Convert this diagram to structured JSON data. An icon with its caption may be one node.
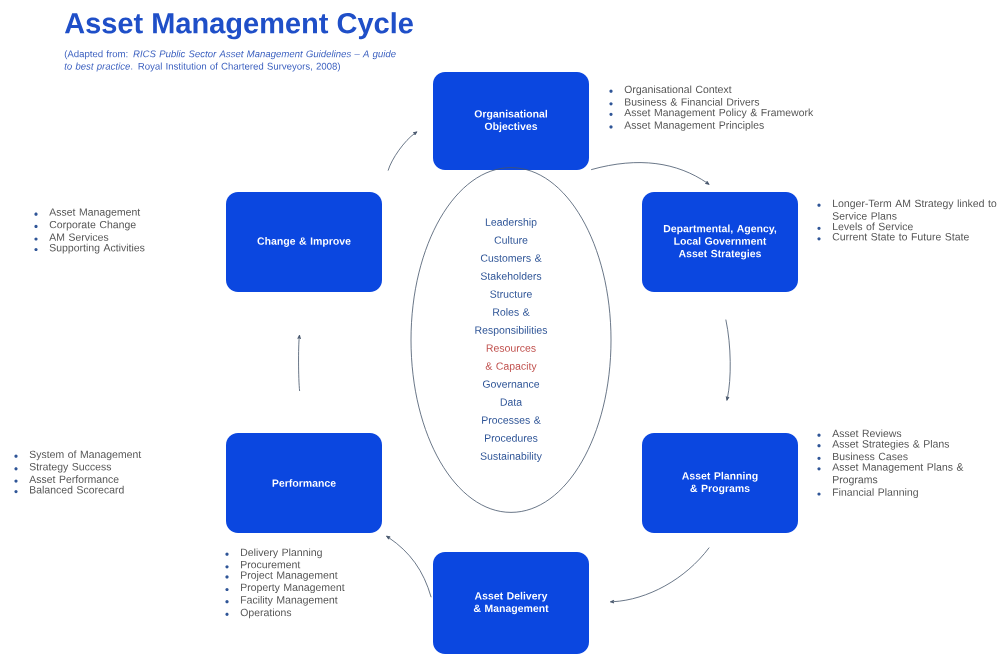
{
  "diagram": {
    "title": "Asset Management Cycle",
    "caption": "(Adapted from: *RICS Public Sector Asset Management Guidelines – A guide to best practice*. Royal Institution of Chartered Surveyors, 2008)",
    "nodes": [
      {
        "text": [
          "Organisational Objectives"
        ],
        "beside": [
          "Organisational Context",
          "Business & Financial Drivers",
          "Asset Management Policy & Framework",
          "Asset Management Principles"
        ]
      },
      {
        "text": [
          "Departmental, Agency, Local Government Asset Strategies"
        ],
        "beside": [
          "Longer-Term AM Strategy linked to Service Plans",
          "Levels of Service",
          "Current State to Future State"
        ]
      },
      {
        "text": [
          "Asset Planning & Programs"
        ],
        "beside": [
          "Asset  Reviews",
          "Asset Strategies & Plans",
          "Business Cases",
          "Asset Management Plans & Programs",
          "Financial Planning"
        ]
      },
      {
        "text": [
          "Asset Delivery & Management"
        ],
        "beside": [
          "Delivery Planning",
          "Procurement",
          "Project Management",
          "Property Management",
          "Facility Management",
          "Operations"
        ]
      },
      {
        "text": [
          "Performance"
        ],
        "beside": [
          "System of Management",
          "Strategy Success",
          "Asset Performance",
          "Balanced Scorecard"
        ]
      },
      {
        "text": [
          "Change & Improve"
        ],
        "beside": [
          "Asset Management",
          "Corporate Change",
          "AM Services",
          "Supporting Activities"
        ]
      },
      {
        "text": [
          "Leadership",
          "Culture",
          "Customers & Stakeholders",
          "Structure",
          "Roles & Responsibilities",
          "Resources & Capacity",
          "Governance",
          "Data",
          "Processes & Procedures",
          "Sustainability"
        ]
      }
    ],
    "edges": [
      {
        "from": 0,
        "to": 1,
        "arrow": "to"
      },
      {
        "from": 1,
        "to": 2,
        "arrow": "to"
      },
      {
        "from": 2,
        "to": 3,
        "arrow": "to"
      },
      {
        "from": 3,
        "to": 4,
        "arrow": "to"
      },
      {
        "from": 4,
        "to": 5,
        "arrow": "to"
      },
      {
        "from": 5,
        "to": 0,
        "arrow": "to"
      }
    ]
  }
}
